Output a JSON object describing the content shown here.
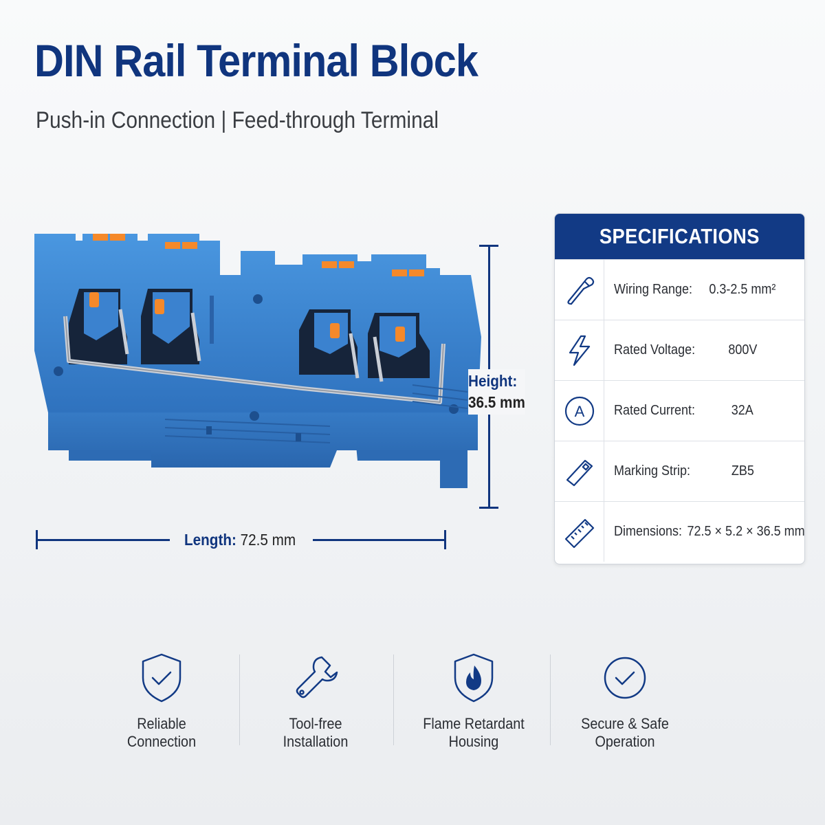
{
  "header": {
    "title": "DIN Rail Terminal Block",
    "subtitle": "Push-in Connection | Feed-through Terminal"
  },
  "product": {
    "image_alt": "blue-terminal-block",
    "body_color": "#3a86d3",
    "lever_color": "#f5892a"
  },
  "dimensions": {
    "length_label": "Length:",
    "length_value": "72.5 mm",
    "height_label": "Height:",
    "height_value": "36.5 mm"
  },
  "specifications": {
    "title": "SPECIFICATIONS",
    "rows": [
      {
        "icon": "wire-icon",
        "label": "Wiring Range:",
        "value": "0.3-2.5 mm²"
      },
      {
        "icon": "lightning-icon",
        "label": "Rated Voltage:",
        "value": "800V"
      },
      {
        "icon": "ampere-icon",
        "label": "Rated Current:",
        "value": "32A"
      },
      {
        "icon": "marking-strip-icon",
        "label": "Marking Strip:",
        "value": "ZB5"
      },
      {
        "icon": "ruler-icon",
        "label": "Dimensions:",
        "value": "72.5 × 5.2 × 36.5 mm"
      }
    ]
  },
  "features": [
    {
      "icon": "shield-check-icon",
      "label": "Reliable\nConnection"
    },
    {
      "icon": "wrench-icon",
      "label": "Tool-free\nInstallation"
    },
    {
      "icon": "shield-flame-icon",
      "label": "Flame Retardant\nHousing"
    },
    {
      "icon": "check-circle-icon",
      "label": "Secure & Safe\nOperation"
    }
  ],
  "colors": {
    "brand_navy": "#10357e",
    "spec_header": "#123a85"
  }
}
